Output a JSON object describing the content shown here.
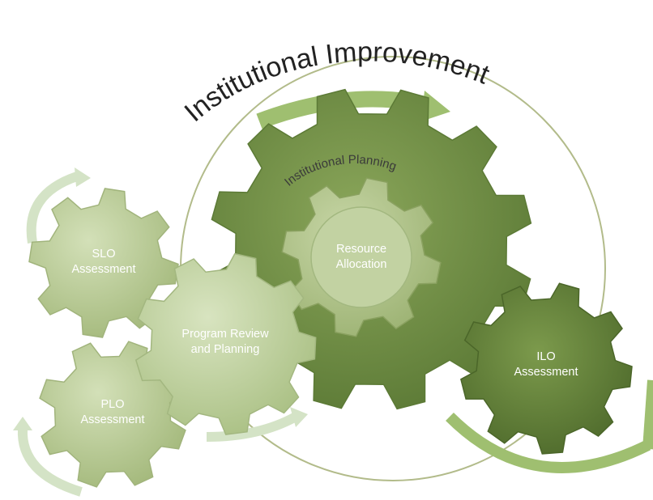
{
  "title": "Institutional Improvement",
  "gears": {
    "institutional_planning": {
      "label": "Institutional Planning"
    },
    "resource_allocation": {
      "line1": "Resource",
      "line2": "Allocation"
    },
    "slo": {
      "line1": "SLO",
      "line2": "Assessment"
    },
    "program_review": {
      "line1": "Program Review",
      "line2": "and Planning"
    },
    "plo": {
      "line1": "PLO",
      "line2": "Assessment"
    },
    "ilo": {
      "line1": "ILO",
      "line2": "Assessment"
    }
  },
  "colors": {
    "gear_dark": "#6f8c45",
    "gear_mid": "#8ea862",
    "gear_light": "#b8c994",
    "gear_pale": "#cfdcb4",
    "arrow_light": "#d4e3c6",
    "arrow_mid": "#9fbf70",
    "circle_line": "#b2bb8a"
  },
  "icons": [
    "gear-icon",
    "cycle-arrow-icon"
  ]
}
